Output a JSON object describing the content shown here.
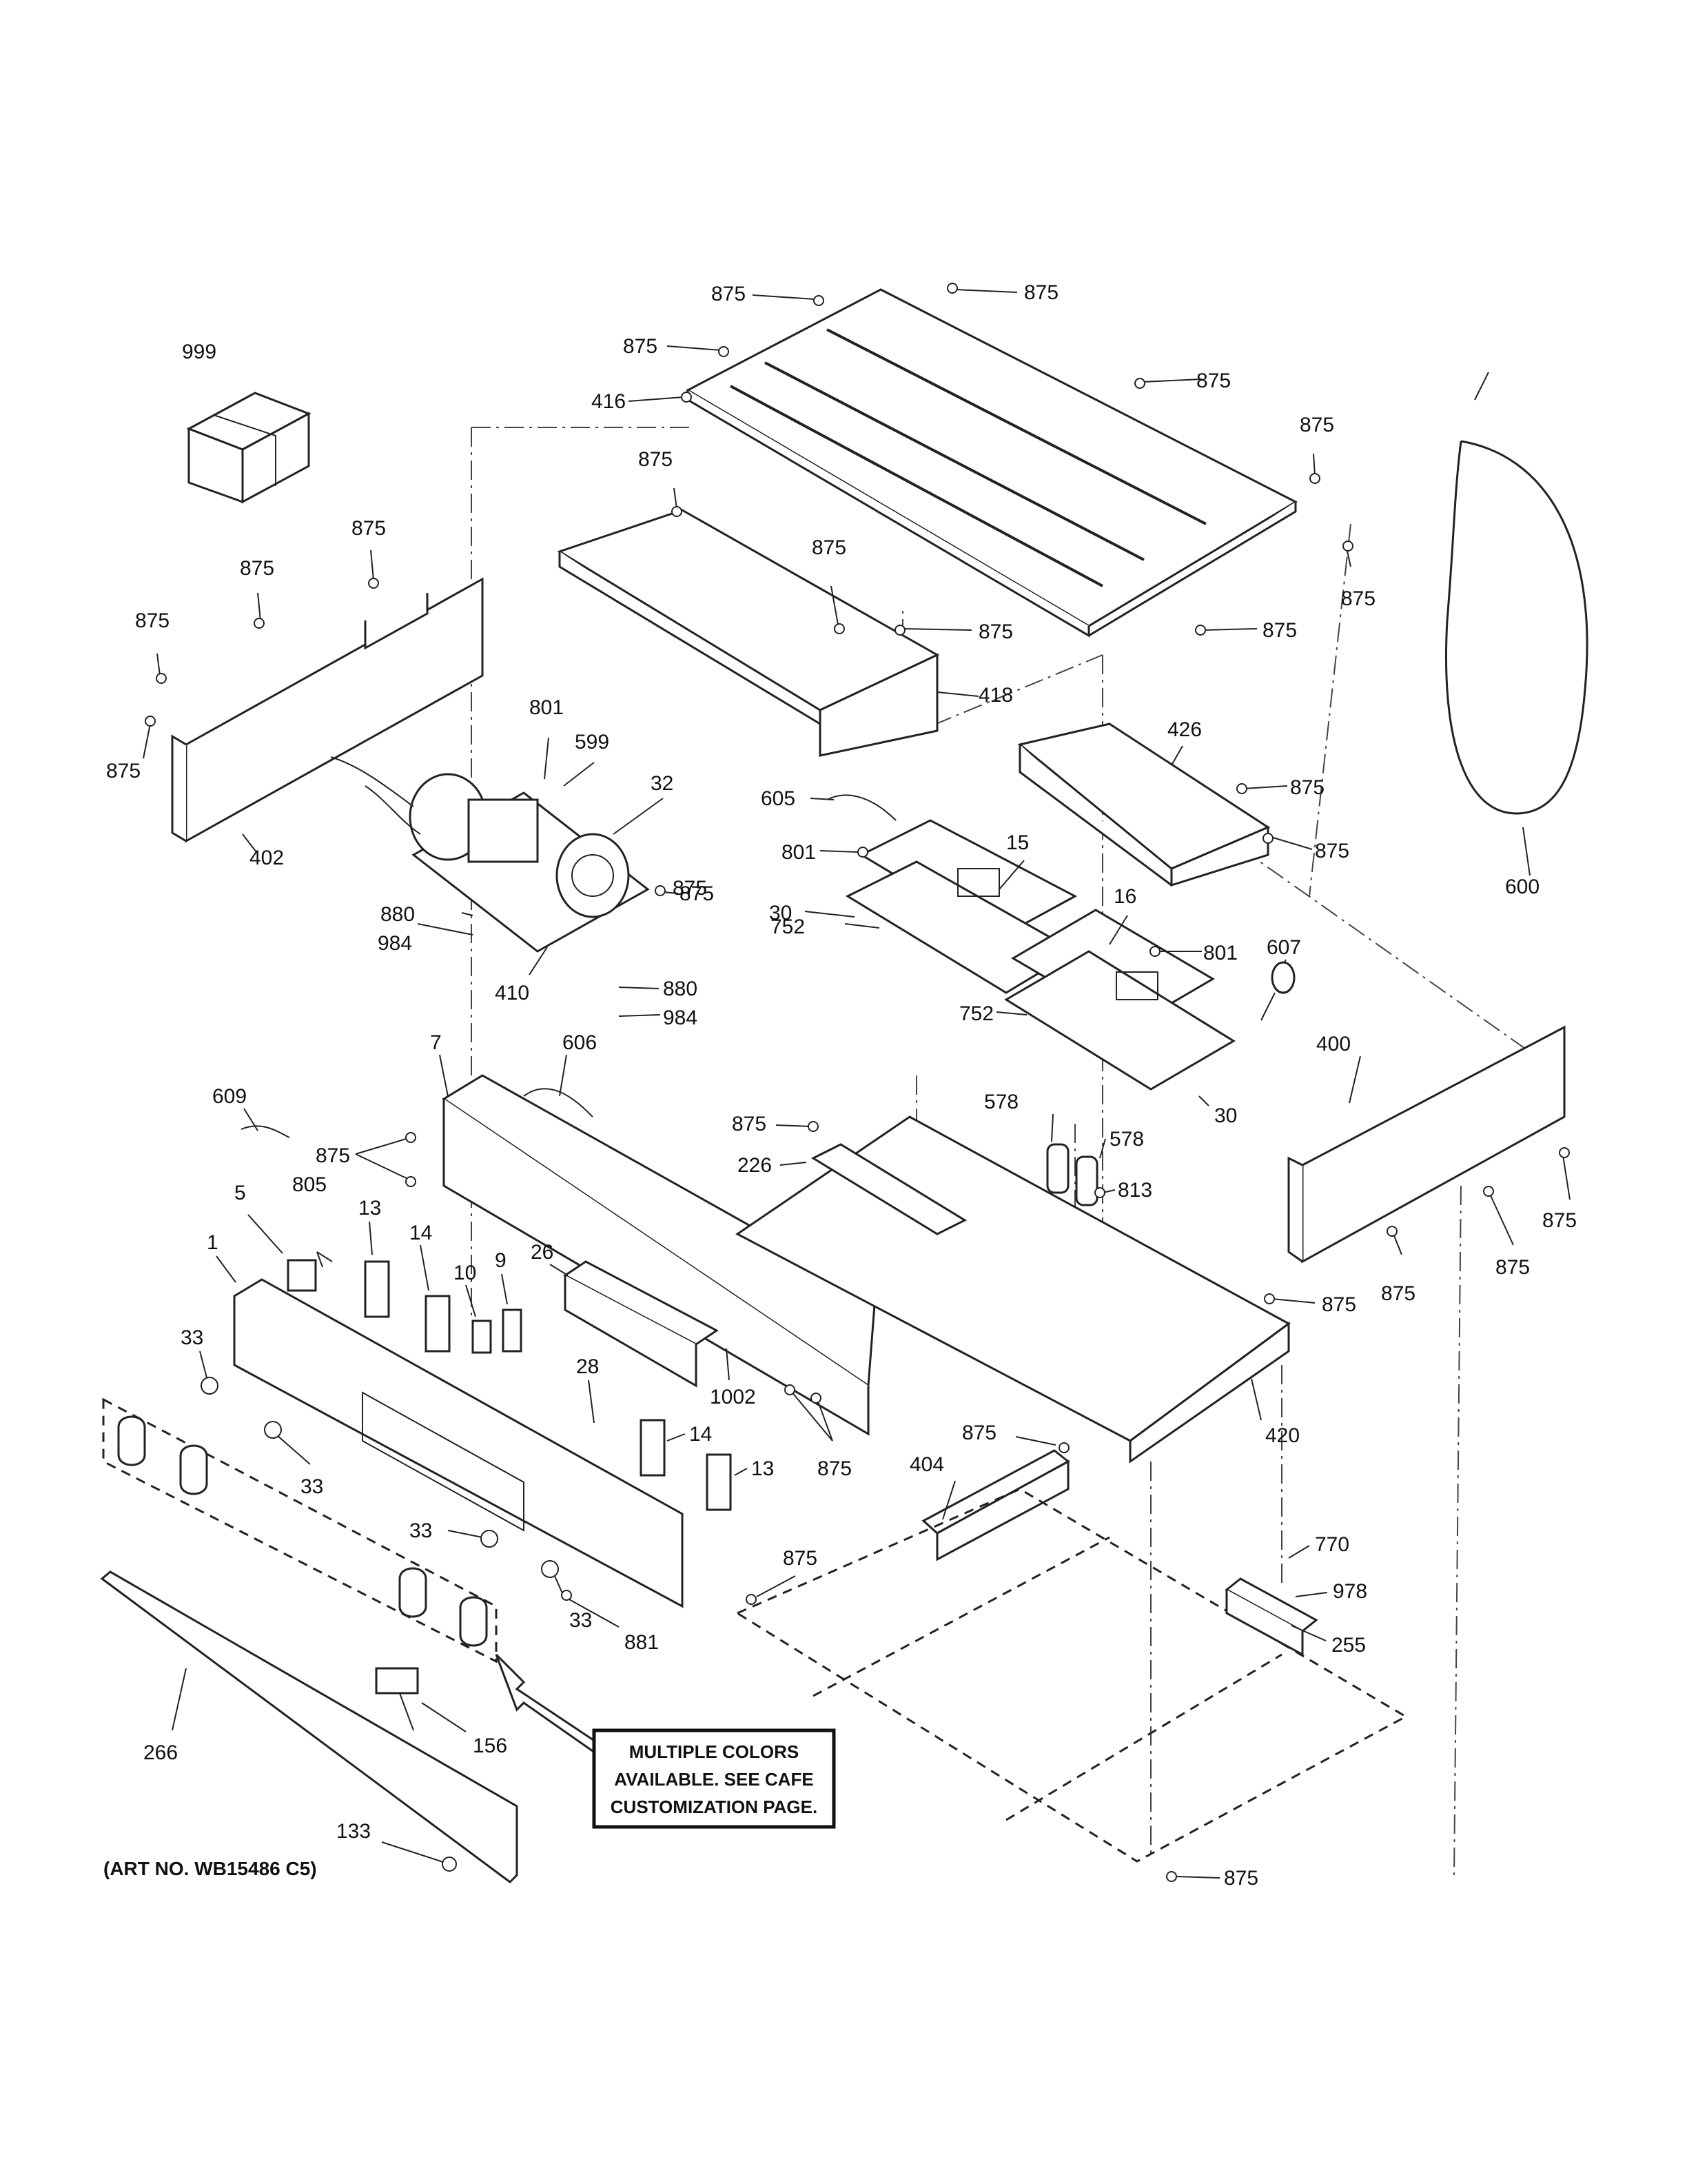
{
  "title": "",
  "art_number": "(ART NO. WB15486 C5)",
  "note": {
    "lines": [
      "MULTIPLE COLORS",
      "AVAILABLE. SEE CAFE",
      "CUSTOMIZATION PAGE."
    ]
  },
  "callouts": [
    {
      "id": "c-999",
      "text": "999"
    },
    {
      "id": "c-875-a",
      "text": "875"
    },
    {
      "id": "c-875-b",
      "text": "875"
    },
    {
      "id": "c-875-c",
      "text": "875"
    },
    {
      "id": "c-875-d",
      "text": "875"
    },
    {
      "id": "c-875-e",
      "text": "875"
    },
    {
      "id": "c-875-f",
      "text": "875"
    },
    {
      "id": "c-416",
      "text": "416"
    },
    {
      "id": "c-875-g",
      "text": "875"
    },
    {
      "id": "c-875-h",
      "text": "875"
    },
    {
      "id": "c-875-i",
      "text": "875"
    },
    {
      "id": "c-875-j",
      "text": "875"
    },
    {
      "id": "c-875-k",
      "text": "875"
    },
    {
      "id": "c-875-l",
      "text": "875"
    },
    {
      "id": "c-875-m",
      "text": "875"
    },
    {
      "id": "c-875-n",
      "text": "875"
    },
    {
      "id": "c-875-o",
      "text": "875"
    },
    {
      "id": "c-875-p",
      "text": "875"
    },
    {
      "id": "c-418",
      "text": "418"
    },
    {
      "id": "c-402",
      "text": "402"
    },
    {
      "id": "c-801-a",
      "text": "801"
    },
    {
      "id": "c-599",
      "text": "599"
    },
    {
      "id": "c-32",
      "text": "32"
    },
    {
      "id": "c-875-q",
      "text": "875"
    },
    {
      "id": "c-880-a",
      "text": "880"
    },
    {
      "id": "c-984-a",
      "text": "984"
    },
    {
      "id": "c-410",
      "text": "410"
    },
    {
      "id": "c-880-b",
      "text": "880"
    },
    {
      "id": "c-984-b",
      "text": "984"
    },
    {
      "id": "c-426",
      "text": "426"
    },
    {
      "id": "c-875-r",
      "text": "875"
    },
    {
      "id": "c-875-s",
      "text": "875"
    },
    {
      "id": "c-605",
      "text": "605"
    },
    {
      "id": "c-801-b",
      "text": "801"
    },
    {
      "id": "c-15",
      "text": "15"
    },
    {
      "id": "c-30-a",
      "text": "30"
    },
    {
      "id": "c-16",
      "text": "16"
    },
    {
      "id": "c-801-c",
      "text": "801"
    },
    {
      "id": "c-752-a",
      "text": "752"
    },
    {
      "id": "c-607",
      "text": "607"
    },
    {
      "id": "c-752-b",
      "text": "752"
    },
    {
      "id": "c-30-b",
      "text": "30"
    },
    {
      "id": "c-600",
      "text": "600"
    },
    {
      "id": "c-606",
      "text": "606"
    },
    {
      "id": "c-7",
      "text": "7"
    },
    {
      "id": "c-609",
      "text": "609"
    },
    {
      "id": "c-875-t",
      "text": "875"
    },
    {
      "id": "c-805",
      "text": "805"
    },
    {
      "id": "c-5",
      "text": "5"
    },
    {
      "id": "c-13-a",
      "text": "13"
    },
    {
      "id": "c-14-a",
      "text": "14"
    },
    {
      "id": "c-1",
      "text": "1"
    },
    {
      "id": "c-10",
      "text": "10"
    },
    {
      "id": "c-9",
      "text": "9"
    },
    {
      "id": "c-26",
      "text": "26"
    },
    {
      "id": "c-875-u",
      "text": "875"
    },
    {
      "id": "c-226",
      "text": "226"
    },
    {
      "id": "c-578-a",
      "text": "578"
    },
    {
      "id": "c-578-b",
      "text": "578"
    },
    {
      "id": "c-813",
      "text": "813"
    },
    {
      "id": "c-400",
      "text": "400"
    },
    {
      "id": "c-875-v",
      "text": "875"
    },
    {
      "id": "c-875-w",
      "text": "875"
    },
    {
      "id": "c-875-x",
      "text": "875"
    },
    {
      "id": "c-875-y",
      "text": "875"
    },
    {
      "id": "c-33-a",
      "text": "33"
    },
    {
      "id": "c-28",
      "text": "28"
    },
    {
      "id": "c-1002",
      "text": "1002"
    },
    {
      "id": "c-875-z",
      "text": "875"
    },
    {
      "id": "c-14-b",
      "text": "14"
    },
    {
      "id": "c-13-b",
      "text": "13"
    },
    {
      "id": "c-33-b",
      "text": "33"
    },
    {
      "id": "c-420",
      "text": "420"
    },
    {
      "id": "c-875-aa",
      "text": "875"
    },
    {
      "id": "c-404",
      "text": "404"
    },
    {
      "id": "c-33-c",
      "text": "33"
    },
    {
      "id": "c-875-ab",
      "text": "875"
    },
    {
      "id": "c-770",
      "text": "770"
    },
    {
      "id": "c-978",
      "text": "978"
    },
    {
      "id": "c-33-d",
      "text": "33"
    },
    {
      "id": "c-881",
      "text": "881"
    },
    {
      "id": "c-255",
      "text": "255"
    },
    {
      "id": "c-156",
      "text": "156"
    },
    {
      "id": "c-266",
      "text": "266"
    },
    {
      "id": "c-133",
      "text": "133"
    },
    {
      "id": "c-875-ac",
      "text": "875"
    }
  ]
}
